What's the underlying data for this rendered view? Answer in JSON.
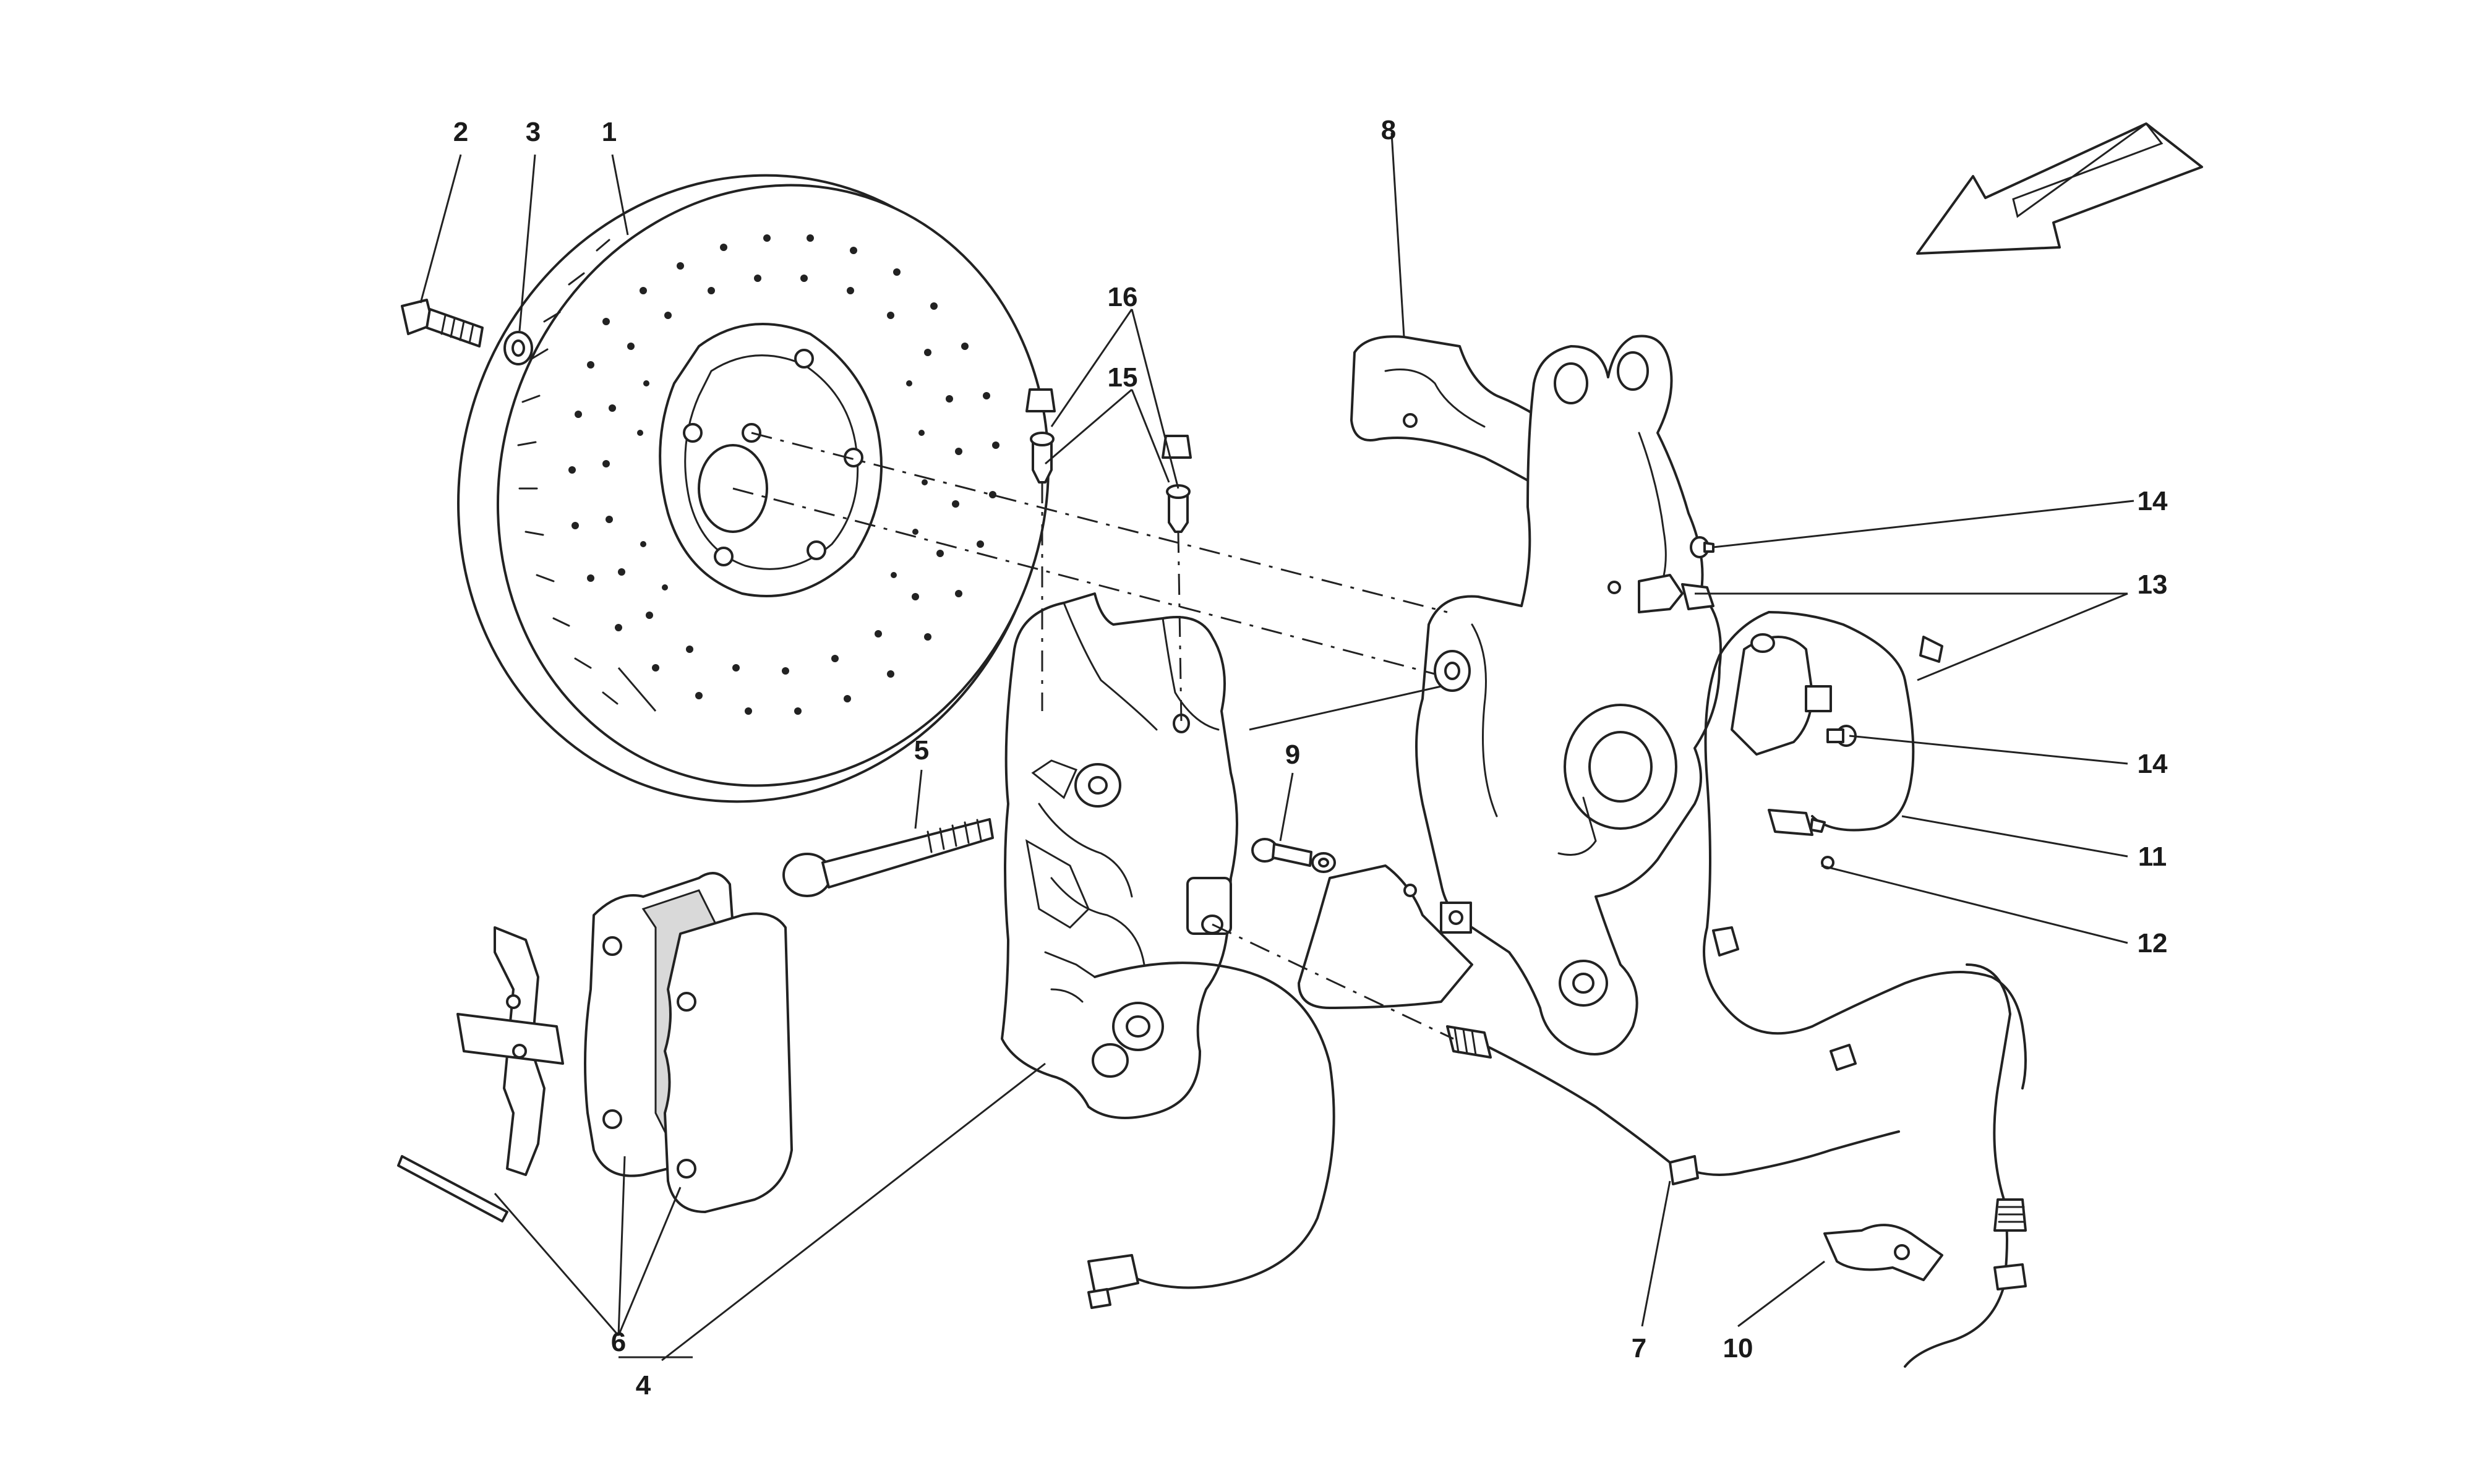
{
  "diagram": {
    "callouts": [
      {
        "id": "c1",
        "text": "1"
      },
      {
        "id": "c2",
        "text": "2"
      },
      {
        "id": "c3",
        "text": "3"
      },
      {
        "id": "c4",
        "text": "4"
      },
      {
        "id": "c5",
        "text": "5"
      },
      {
        "id": "c6",
        "text": "6"
      },
      {
        "id": "c7",
        "text": "7"
      },
      {
        "id": "c8",
        "text": "8"
      },
      {
        "id": "c9",
        "text": "9"
      },
      {
        "id": "c10",
        "text": "10"
      },
      {
        "id": "c11",
        "text": "11"
      },
      {
        "id": "c12",
        "text": "12"
      },
      {
        "id": "c13",
        "text": "13"
      },
      {
        "id": "c14a",
        "text": "14"
      },
      {
        "id": "c14b",
        "text": "14"
      },
      {
        "id": "c15",
        "text": "15"
      },
      {
        "id": "c16",
        "text": "16"
      }
    ]
  }
}
